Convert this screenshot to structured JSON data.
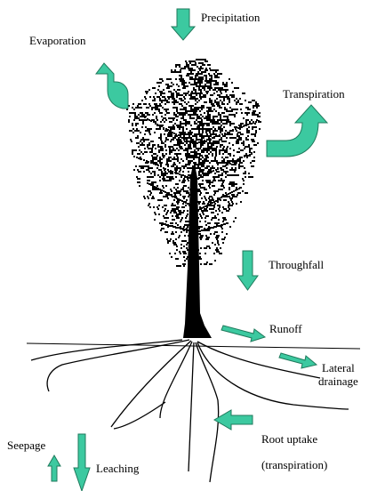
{
  "labels": {
    "precipitation": "Precipitation",
    "evaporation": "Evaporation",
    "transpiration": "Transpiration",
    "throughfall": "Throughfall",
    "runoff": "Runoff",
    "lateral_drainage": "Lateral\ndrainage",
    "root_uptake": "Root uptake",
    "root_uptake_note": "(transpiration)",
    "seepage": "Seepage",
    "leaching": "Leaching"
  },
  "colors": {
    "arrow_fill": "#3cc9a0",
    "arrow_stroke": "#1f7a5c",
    "tree": "#000000",
    "ground_line": "#000000",
    "roots": "#000000"
  },
  "icons": {
    "tree": "tree-silhouette-icon",
    "arrows": "flow-arrow-icon"
  }
}
